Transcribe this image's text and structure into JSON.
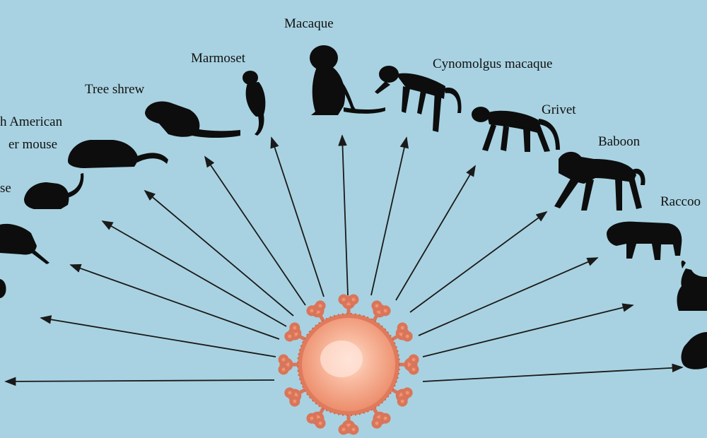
{
  "labels": {
    "macaque": "Macaque",
    "marmoset": "Marmoset",
    "tree_shrew": "Tree shrew",
    "cynomolgus_macaque": "Cynomolgus macaque",
    "grivet": "Grivet",
    "baboon": "Baboon",
    "raccoon": "Raccoo",
    "north_american_line1": "h American",
    "north_american_line2": "er mouse",
    "mouse": "se"
  },
  "colors": {
    "background": "#a8d2e1",
    "silhouette": "#0d0d0d",
    "virus_core": "#f4a78b",
    "virus_spike": "#e8886a",
    "arrow": "#1a1a1a"
  }
}
